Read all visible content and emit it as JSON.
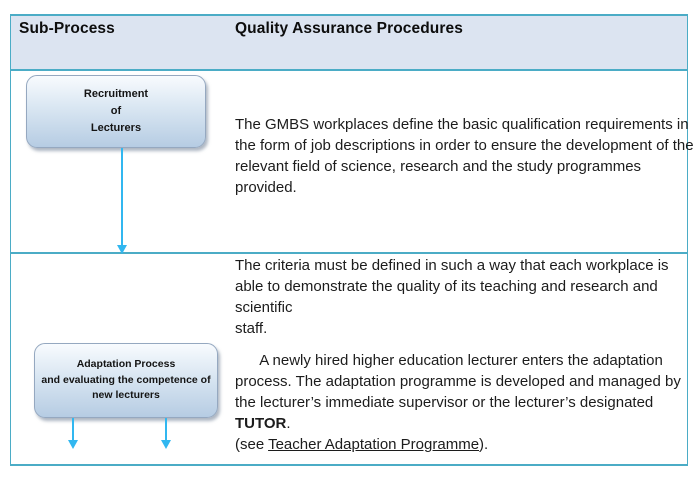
{
  "colors": {
    "tableBorder": "#4BACC6",
    "headerBg": "#DCE4F1",
    "arrow": "#31B7F0",
    "boxBorder": "#95A8C0",
    "boxTop": "#F8FBFE",
    "boxBottom": "#B6CCE3"
  },
  "header": {
    "col1": "Sub-Process",
    "col2": "Quality Assurance Procedures"
  },
  "rows": [
    {
      "box_label": "Recruitment\nof\nLecturers",
      "paragraph1": "The GMBS workplaces define the basic qualification requirements in\nthe form of job descriptions in order to ensure the development of the\nrelevant field of science, research and the study programmes\nprovided.",
      "paragraph2": "The criteria must be defined in such a way that each workplace is\nable to demonstrate the quality of its teaching and research and\nscientific\nstaff."
    },
    {
      "box_label": "Adaptation Process\nand evaluating the competence of\nnew lecturers",
      "intro": "A newly hired higher education lecturer enters the adaptation\nprocess. The adaptation programme is developed and managed by\nthe lecturer’s immediate supervisor or the lecturer’s designated\n",
      "tutor_bold": "TUTOR",
      "after_bold": ".",
      "see_prefix": "\n(see ",
      "link_text": "Teacher Adaptation Programme",
      "see_suffix": ")."
    }
  ]
}
